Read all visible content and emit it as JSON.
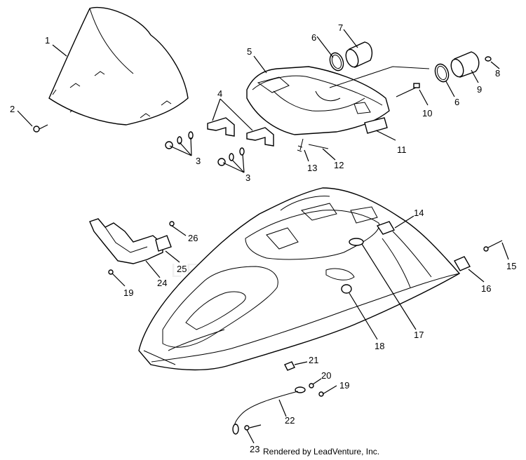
{
  "callouts": {
    "c1": "1",
    "c2": "2",
    "c3a": "3",
    "c3b": "3",
    "c4": "4",
    "c5": "5",
    "c6a": "6",
    "c6b": "6",
    "c7": "7",
    "c8": "8",
    "c9": "9",
    "c10": "10",
    "c11": "11",
    "c12": "12",
    "c13": "13",
    "c14": "14",
    "c15": "15",
    "c16": "16",
    "c17": "17",
    "c18": "18",
    "c19a": "19",
    "c19b": "19",
    "c20": "20",
    "c21": "21",
    "c22": "22",
    "c23": "23",
    "c24": "24",
    "c25": "25",
    "c26": "26"
  },
  "footer": "Rendered by LeadVenture, Inc.",
  "watermark": "LEADVENTURE"
}
